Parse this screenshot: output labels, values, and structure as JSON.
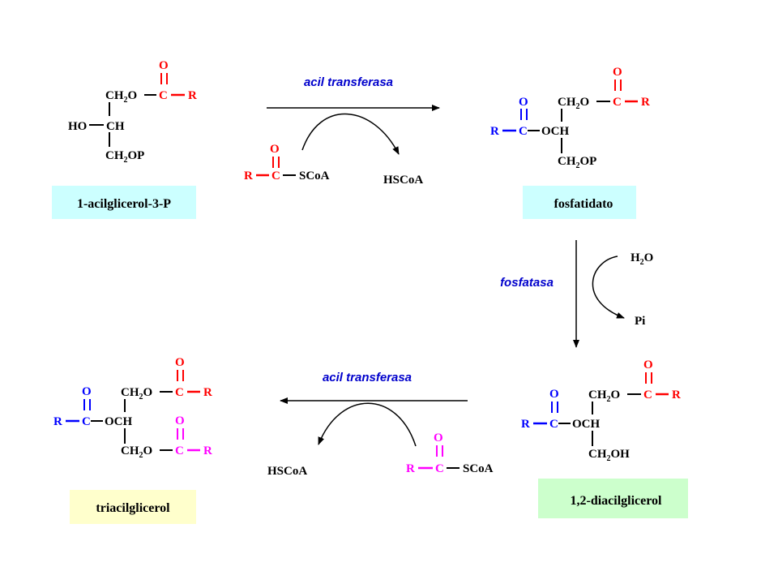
{
  "labels": {
    "acylglycerol": "1-acilglicerol-3-P",
    "phosphatidate": "fosfatidato",
    "diacylglycerol": "1,2-diacilglicerol",
    "triacylglycerol": "triacilglicerol"
  },
  "enzymes": {
    "top": "acil transferasa",
    "right": "fosfatasa",
    "bottom": "acil transferasa"
  },
  "atoms": {
    "O": "O",
    "C": "C",
    "R": "R",
    "CH": "CH",
    "OCH": "OCH",
    "HO": "HO",
    "CH2": "CH",
    "sub2": "2",
    "O_suffix": "O",
    "OP": "OP",
    "OH": "OH",
    "SCoA": "SCoA",
    "HSCoA": "HSCoA",
    "H": "H",
    "Pi": "Pi"
  },
  "colors": {
    "ester_top": "#ff0000",
    "ester_side": "#0000ff",
    "ester_new": "#ff00ff",
    "label_blue_bg": "#ccffff",
    "label_yellow_bg": "#ffffcc",
    "label_green_bg": "#ccffcc",
    "enzyme_text": "#0000cc"
  }
}
